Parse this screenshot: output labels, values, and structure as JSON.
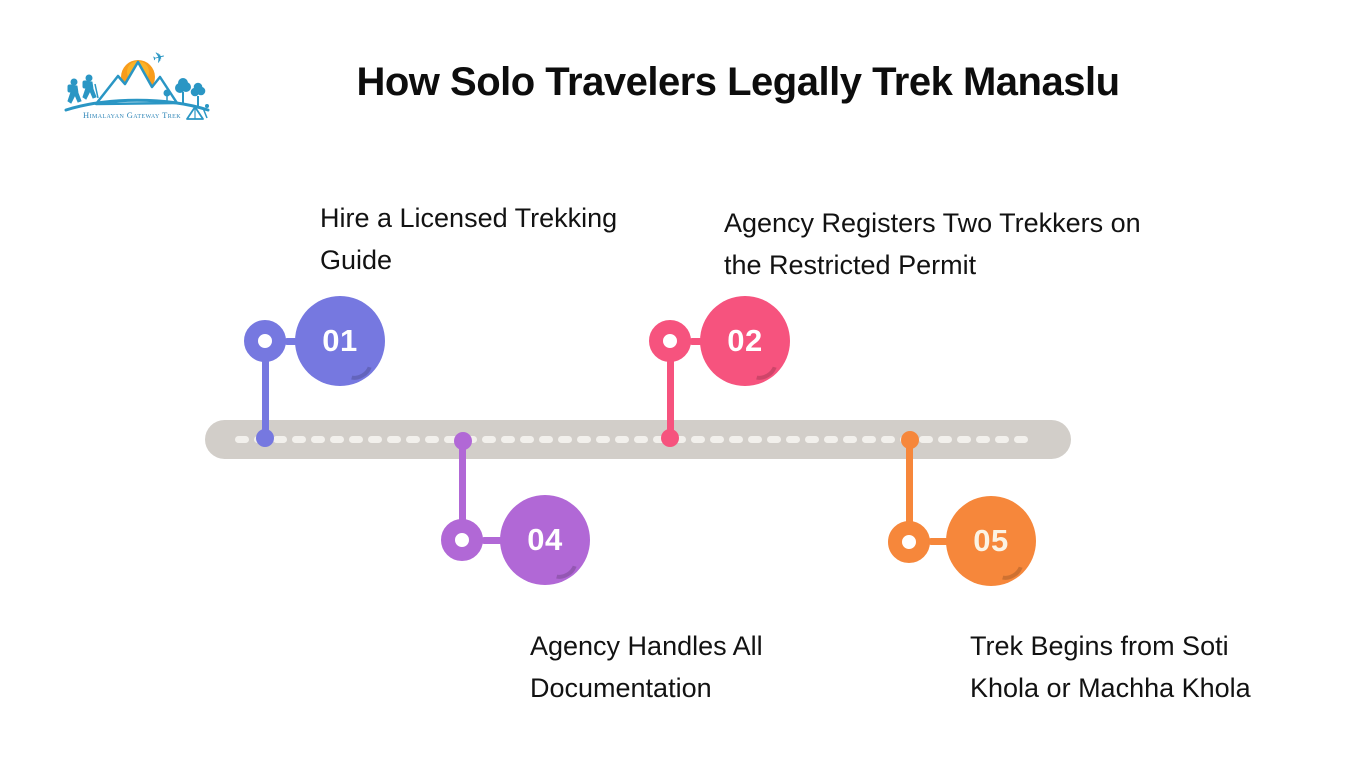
{
  "page": {
    "title": "How Solo Travelers Legally Trek Manaslu"
  },
  "logo": {
    "text": "Himalayan Gateway Trek",
    "accent_color": "#2a96c4",
    "sun_color": "#f89c1c"
  },
  "timeline": {
    "dash_count": 42,
    "bar_color": "#d2cec9",
    "dash_color": "#f2f0ec"
  },
  "steps": [
    {
      "number": "01",
      "label": "Hire a Licensed Trekking Guide",
      "color": "#7678e0",
      "position": "above"
    },
    {
      "number": "02",
      "label": "Agency Registers Two Trekkers on the Restricted Permit",
      "color": "#f6537e",
      "position": "above"
    },
    {
      "number": "04",
      "label": "Agency Handles All Documentation",
      "color": "#b168d6",
      "position": "below"
    },
    {
      "number": "05",
      "label": "Trek Begins from Soti Khola or Machha Khola",
      "color": "#f6873b",
      "position": "below"
    }
  ]
}
